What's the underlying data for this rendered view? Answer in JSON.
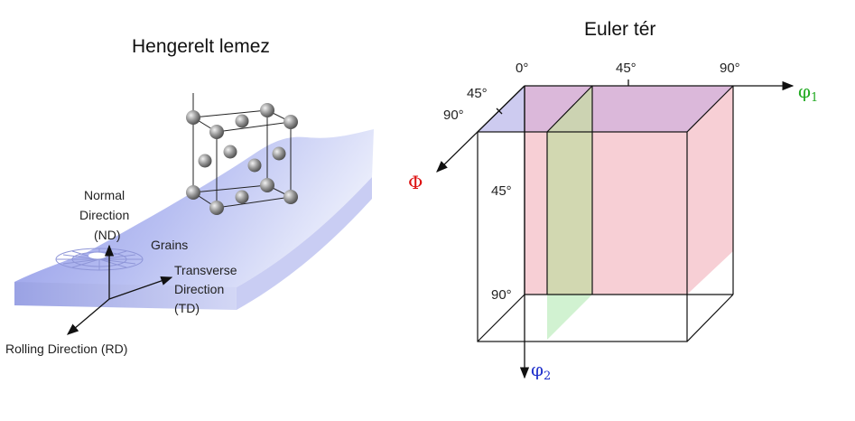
{
  "left_title": "Hengerelt lemez",
  "right_title": "Euler tér",
  "sheet_labels": {
    "normal_1": "Normal",
    "normal_2": "Direction",
    "normal_3": "(ND)",
    "grains": "Grains",
    "transverse_1": "Transverse",
    "transverse_2": "Direction",
    "transverse_3": "(TD)",
    "rolling": "Rolling Direction (RD)"
  },
  "euler_labels": {
    "phi1_deg_0": "0°",
    "phi1_deg_45": "45°",
    "phi1_deg_90": "90°",
    "Phi_deg_45": "45°",
    "Phi_deg_90": "90°",
    "phi2_deg_45": "45°",
    "phi2_deg_90": "90°",
    "phi1_symbol": "φ",
    "phi1_sub": "1",
    "Phi_symbol": "Φ",
    "phi2_symbol": "φ",
    "phi2_sub": "2"
  },
  "colors": {
    "phi1_axis": "#22aa22",
    "Phi_axis": "#dd1111",
    "phi2_axis": "#2233cc",
    "sheet_top": "#b8bff0",
    "sheet_side": "#9aa2e4",
    "pink_face": "#f7c9cf",
    "violet_face": "#d9b3d9",
    "green_face": "#c9e6b8"
  }
}
